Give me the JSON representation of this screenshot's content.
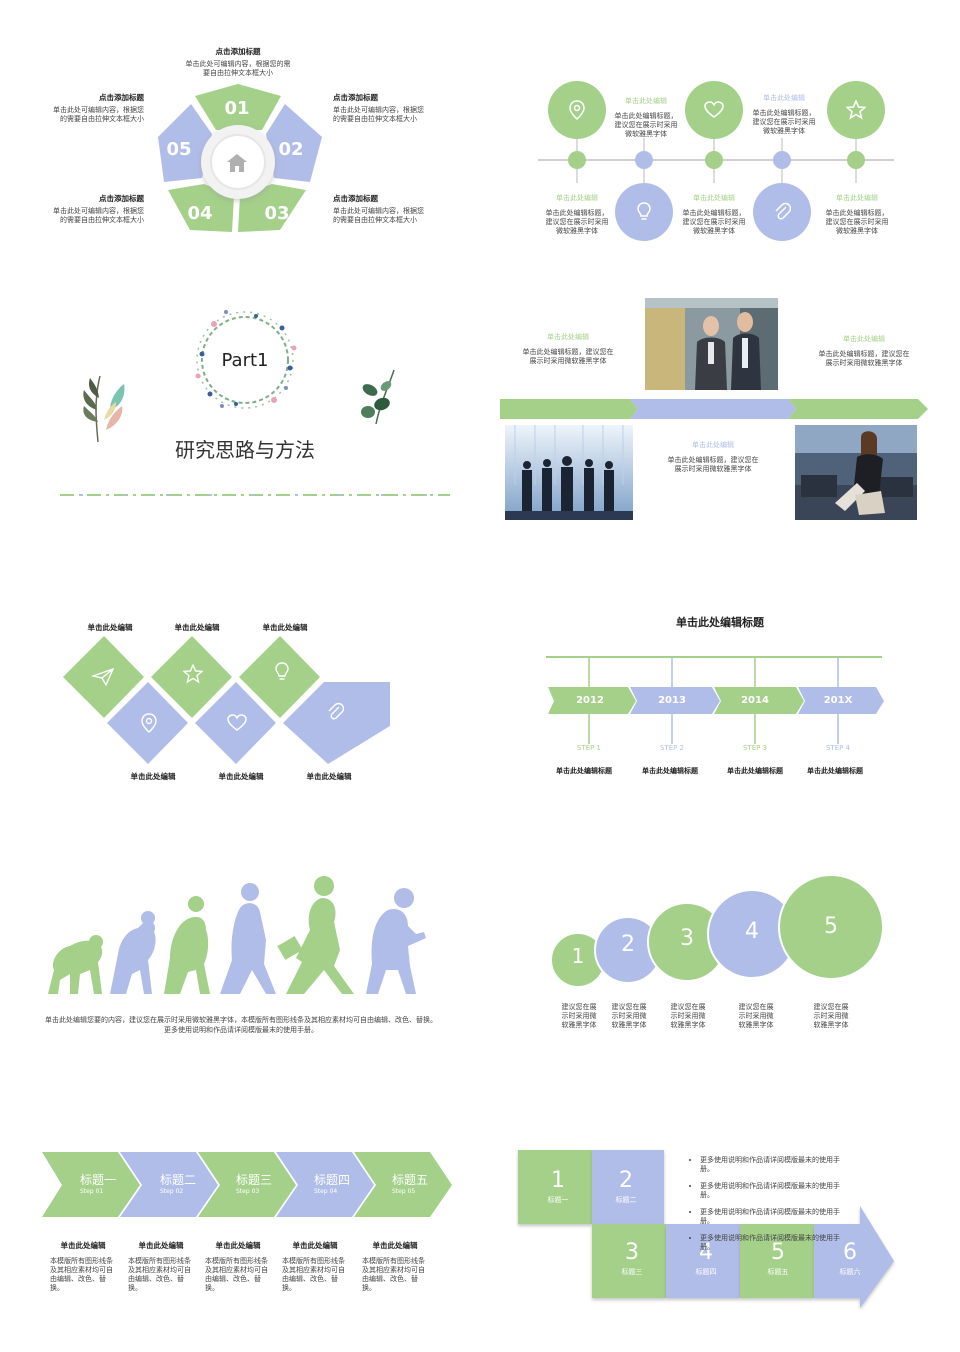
{
  "colors": {
    "green": "#a4d08a",
    "blue": "#b1bde9",
    "text": "#333333"
  },
  "s1": {
    "numbers": [
      "01",
      "02",
      "03",
      "04",
      "05"
    ],
    "center_icon": "home-icon",
    "top": {
      "title": "点击添加标题",
      "body": "单击此处可编辑内容，根据您的需要自由拉伸文本框大小"
    },
    "left_top": {
      "title": "点击添加标题",
      "body": "单击此处可编辑内容，根据您的需要自由拉伸文本框大小"
    },
    "right_top": {
      "title": "点击添加标题",
      "body": "单击此处可编辑内容，根据您的需要自由拉伸文本框大小"
    },
    "left_bottom": {
      "title": "点击添加标题",
      "body": "单击此处可编辑内容，根据您的需要自由拉伸文本框大小"
    },
    "right_bottom": {
      "title": "点击添加标题",
      "body": "单击此处可编辑内容，根据您的需要自由拉伸文本框大小"
    }
  },
  "s2": {
    "top_items": [
      {
        "title": "单击此处编辑",
        "body": "单击此处编辑标题，建议您在展示时采用微软雅黑字体"
      },
      {
        "title": "单击此处编辑",
        "body": "单击此处编辑标题，建议您在展示时采用微软雅黑字体"
      }
    ],
    "bottom_items": [
      {
        "title": "单击此处编辑",
        "body": "单击此处编辑标题，建议您在展示时采用微软雅黑字体"
      },
      {
        "title": "单击此处编辑",
        "body": "单击此处编辑标题，建议您在展示时采用微软雅黑字体"
      },
      {
        "title": "单击此处编辑",
        "body": "单击此处编辑标题，建议您在展示时采用微软雅黑字体"
      }
    ],
    "icons": [
      "location-icon",
      "heart-icon",
      "star-icon",
      "lightbulb-icon",
      "paperclip-icon"
    ]
  },
  "s3": {
    "part": "Part1",
    "title": "研究思路与方法"
  },
  "s4": {
    "item1": {
      "title": "单击此处编辑",
      "body": "单击此处编辑标题，建议您在展示时采用微软雅黑字体"
    },
    "item2": {
      "title": "单击此处编辑",
      "body": "单击此处编辑标题，建议您在展示时采用微软雅黑字体"
    },
    "item3": {
      "title": "单击此处编辑",
      "body": "单击此处编辑标题，建议您在展示时采用微软雅黑字体"
    }
  },
  "s5": {
    "top_labels": [
      "单击此处编辑",
      "单击此处编辑",
      "单击此处编辑"
    ],
    "bottom_labels": [
      "单击此处编辑",
      "单击此处编辑",
      "单击此处编辑"
    ],
    "icons": [
      "paper-plane-icon",
      "star-icon",
      "lightbulb-icon",
      "location-icon",
      "heart-icon",
      "paperclip-icon"
    ]
  },
  "s6": {
    "title": "单击此处编辑标题",
    "years": [
      "2012",
      "2013",
      "2014",
      "201X"
    ],
    "steps": [
      "STEP 1",
      "STEP 2",
      "STEP 3",
      "STEP 4"
    ],
    "captions": [
      "单击此处编辑标题",
      "单击此处编辑标题",
      "单击此处编辑标题",
      "单击此处编辑标题"
    ]
  },
  "s7": {
    "body": "单击此处编辑您要的内容，建议您在展示时采用微软雅黑字体，本模版所有图形线条及其相应素材均可自由编辑、改色、替换。更多使用说明和作品请详阅模版最末的使用手册。"
  },
  "s8": {
    "numbers": [
      "1",
      "2",
      "3",
      "4",
      "5"
    ],
    "captions": [
      "建议您在展示时采用微软雅黑字体",
      "建议您在展示时采用微软雅黑字体",
      "建议您在展示时采用微软雅黑字体",
      "建议您在展示时采用微软雅黑字体",
      "建议您在展示时采用微软雅黑字体"
    ]
  },
  "s9": {
    "arrows": [
      {
        "title": "标题一",
        "step": "Step 01"
      },
      {
        "title": "标题二",
        "step": "Step 02"
      },
      {
        "title": "标题三",
        "step": "Step 03"
      },
      {
        "title": "标题四",
        "step": "Step 04"
      },
      {
        "title": "标题五",
        "step": "Step 05"
      }
    ],
    "items": [
      {
        "title": "单击此处编辑",
        "body": "本模版所有图形线条及其相应素材均可自由编辑、改色、替换。"
      },
      {
        "title": "单击此处编辑",
        "body": "本模版所有图形线条及其相应素材均可自由编辑、改色、替换。"
      },
      {
        "title": "单击此处编辑",
        "body": "本模版所有图形线条及其相应素材均可自由编辑、改色、替换。"
      },
      {
        "title": "单击此处编辑",
        "body": "本模版所有图形线条及其相应素材均可自由编辑、改色、替换。"
      },
      {
        "title": "单击此处编辑",
        "body": "本模版所有图形线条及其相应素材均可自由编辑、改色、替换。"
      }
    ]
  },
  "s10": {
    "blocks": [
      {
        "num": "1",
        "label": "标题一"
      },
      {
        "num": "2",
        "label": "标题二"
      },
      {
        "num": "3",
        "label": "标题三"
      },
      {
        "num": "4",
        "label": "标题四"
      },
      {
        "num": "5",
        "label": "标题五"
      },
      {
        "num": "6",
        "label": "标题六"
      }
    ],
    "bullets": [
      "更多使用说明和作品请详阅模版最末的使用手册。",
      "更多使用说明和作品请详阅模版最末的使用手册。",
      "更多使用说明和作品请详阅模版最末的使用手册。",
      "更多使用说明和作品请详阅模版最末的使用手册。"
    ]
  }
}
